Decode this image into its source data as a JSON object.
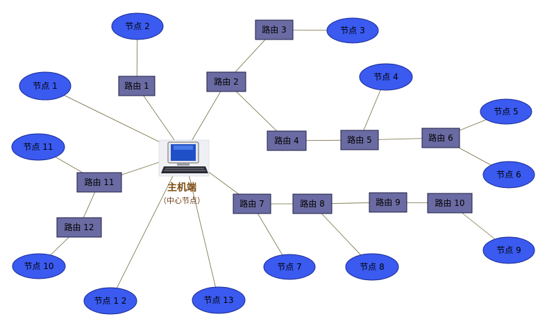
{
  "colors": {
    "router_fill": "#6b6ba3",
    "node_fill": "#3a5af0",
    "edge": "#6f6a3a",
    "host_label": "#7a4a10"
  },
  "host": {
    "icon": "computer-icon",
    "title": "主机端",
    "subtitle": "（中心节点）"
  },
  "routers": [
    {
      "id": "r1",
      "label": "路由 1"
    },
    {
      "id": "r2",
      "label": "路由 2"
    },
    {
      "id": "r3",
      "label": "路由 3"
    },
    {
      "id": "r4",
      "label": "路由 4"
    },
    {
      "id": "r5",
      "label": "路由 5"
    },
    {
      "id": "r6",
      "label": "路由 6"
    },
    {
      "id": "r7",
      "label": "路由 7"
    },
    {
      "id": "r8",
      "label": "路由 8"
    },
    {
      "id": "r9",
      "label": "路由 9"
    },
    {
      "id": "r10",
      "label": "路由 10"
    },
    {
      "id": "r11",
      "label": "路由 11"
    },
    {
      "id": "r12",
      "label": "路由 12"
    }
  ],
  "nodes": [
    {
      "id": "n1",
      "label": "节点 1"
    },
    {
      "id": "n2",
      "label": "节点 2"
    },
    {
      "id": "n3",
      "label": "节点 3"
    },
    {
      "id": "n4",
      "label": "节点 4"
    },
    {
      "id": "n5",
      "label": "节点 5"
    },
    {
      "id": "n6",
      "label": "节点 6"
    },
    {
      "id": "n7",
      "label": "节点 7"
    },
    {
      "id": "n8",
      "label": "节点 8"
    },
    {
      "id": "n9",
      "label": "节点 9"
    },
    {
      "id": "n10",
      "label": "节点 10"
    },
    {
      "id": "n11",
      "label": "节点 11"
    },
    {
      "id": "n12",
      "label": "节点 1 2"
    },
    {
      "id": "n13",
      "label": "节点 13"
    }
  ],
  "edges": [
    [
      "host",
      "n1"
    ],
    [
      "host",
      "r1"
    ],
    [
      "r1",
      "n2"
    ],
    [
      "host",
      "r2"
    ],
    [
      "r2",
      "r3"
    ],
    [
      "r3",
      "n3"
    ],
    [
      "r2",
      "r4"
    ],
    [
      "r4",
      "r5"
    ],
    [
      "r5",
      "n4"
    ],
    [
      "r5",
      "r6"
    ],
    [
      "r6",
      "n5"
    ],
    [
      "r6",
      "n6"
    ],
    [
      "host",
      "r11"
    ],
    [
      "r11",
      "n11"
    ],
    [
      "r11",
      "r12"
    ],
    [
      "r12",
      "n10"
    ],
    [
      "host",
      "n12"
    ],
    [
      "host",
      "n13"
    ],
    [
      "host",
      "r7"
    ],
    [
      "r7",
      "r8"
    ],
    [
      "r7",
      "n7"
    ],
    [
      "r8",
      "n8"
    ],
    [
      "r8",
      "r9"
    ],
    [
      "r9",
      "r10"
    ],
    [
      "r10",
      "n9"
    ]
  ]
}
